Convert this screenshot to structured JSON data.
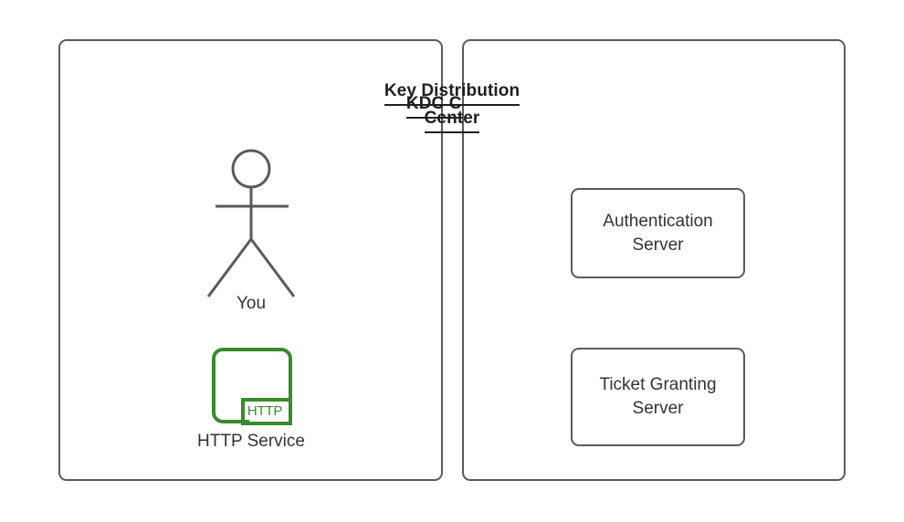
{
  "diagram": {
    "background_color": "#ffffff",
    "panels": [
      {
        "id": "kdc-client",
        "title": "KDC Client",
        "title_lines": [
          "KDC Client"
        ],
        "border_color": "#5a5a5a",
        "nodes": [
          {
            "id": "you",
            "label": "You",
            "icon": "stick-figure-actor-icon",
            "color": "#5a5a5a"
          },
          {
            "id": "http-service",
            "label": "HTTP Service",
            "icon": "http-service-icon",
            "badge_text": "HTTP",
            "color": "#3a8a2e"
          }
        ]
      },
      {
        "id": "key-distribution-center",
        "title": "Key Distribution Center",
        "title_lines": [
          "Key Distribution",
          "Center"
        ],
        "border_color": "#5a5a5a",
        "nodes": [
          {
            "id": "authentication-server",
            "label_lines": [
              "Authentication",
              "Server"
            ],
            "label": "Authentication Server",
            "color": "#5a5a5a"
          },
          {
            "id": "ticket-granting-server",
            "label_lines": [
              "Ticket Granting",
              "Server"
            ],
            "label": "Ticket Granting Server",
            "color": "#5a5a5a"
          }
        ]
      }
    ]
  },
  "labels": {
    "kdc_client_title": "KDC Client",
    "kdc_title_line1": "Key Distribution",
    "kdc_title_line2": "Center",
    "you": "You",
    "http_badge": "HTTP",
    "http_service": "HTTP Service",
    "auth_server_line1": "Authentication",
    "auth_server_line2": "Server",
    "tgs_line1": "Ticket Granting",
    "tgs_line2": "Server"
  },
  "colors": {
    "stroke": "#5a5a5a",
    "text": "#333333",
    "title_text": "#1f1f1f",
    "http_green": "#3a8a2e",
    "background": "#ffffff"
  }
}
